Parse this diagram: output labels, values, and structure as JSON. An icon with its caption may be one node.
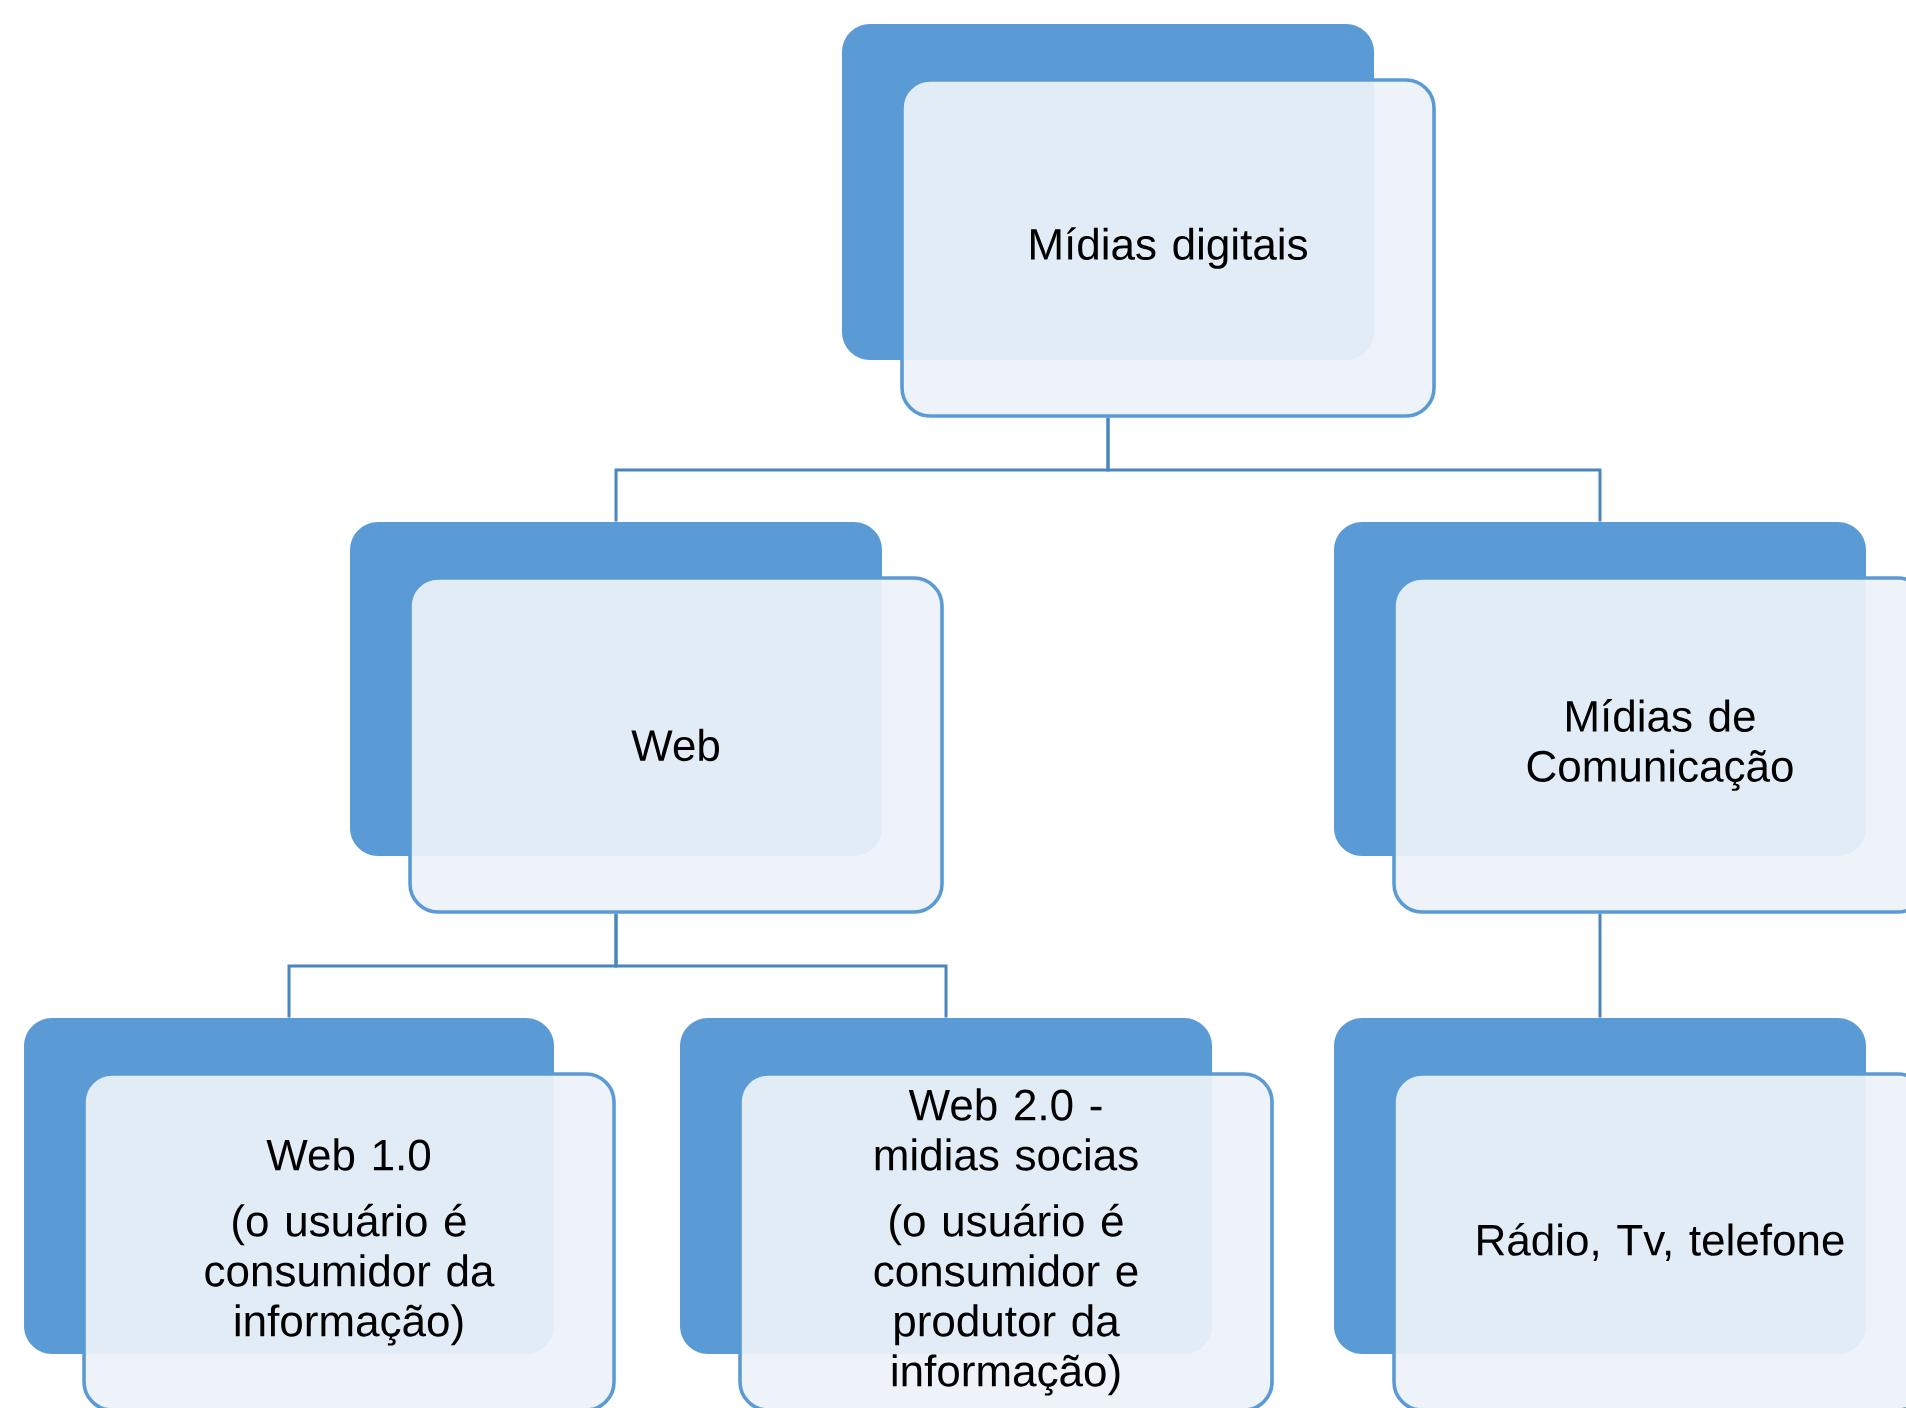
{
  "diagram": {
    "nodes": [
      {
        "text": [
          "Mídias digitais"
        ]
      },
      {
        "text": [
          "Web"
        ]
      },
      {
        "text": [
          "Mídias de Comunicação"
        ]
      },
      {
        "text": [
          "Web 1.0",
          "(o usuário é consumidor da informação)"
        ]
      },
      {
        "text": [
          "Web 2.0 - midias socias",
          "(o usuário é consumidor e produtor da informação)"
        ]
      },
      {
        "text": [
          "Rádio, Tv, telefone"
        ]
      }
    ],
    "edges": [
      {
        "from": 0,
        "to": 1,
        "arrow": "none"
      },
      {
        "from": 0,
        "to": 2,
        "arrow": "none"
      },
      {
        "from": 1,
        "to": 3,
        "arrow": "none"
      },
      {
        "from": 1,
        "to": 4,
        "arrow": "none"
      },
      {
        "from": 2,
        "to": 5,
        "arrow": "none"
      }
    ]
  }
}
